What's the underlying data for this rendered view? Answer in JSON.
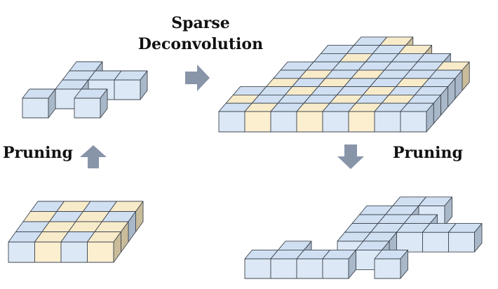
{
  "labels": {
    "sparse_line1": "Sparse",
    "sparse_line2": "Deconvolution",
    "pruning_left": "Pruning",
    "pruning_right": "Pruning"
  },
  "colors": {
    "blue_front": "#dce8f5",
    "blue_top": "#d0e0f2",
    "blue_side": "#a9b8c9",
    "yellow_front": "#fcefd0",
    "yellow_top": "#f8ebc9",
    "yellow_side": "#c9bc9a",
    "edge": "#3f4650",
    "arrow": "#8894a8"
  },
  "icons": [
    "arrow-right-icon",
    "arrow-up-icon",
    "arrow-down-icon"
  ]
}
